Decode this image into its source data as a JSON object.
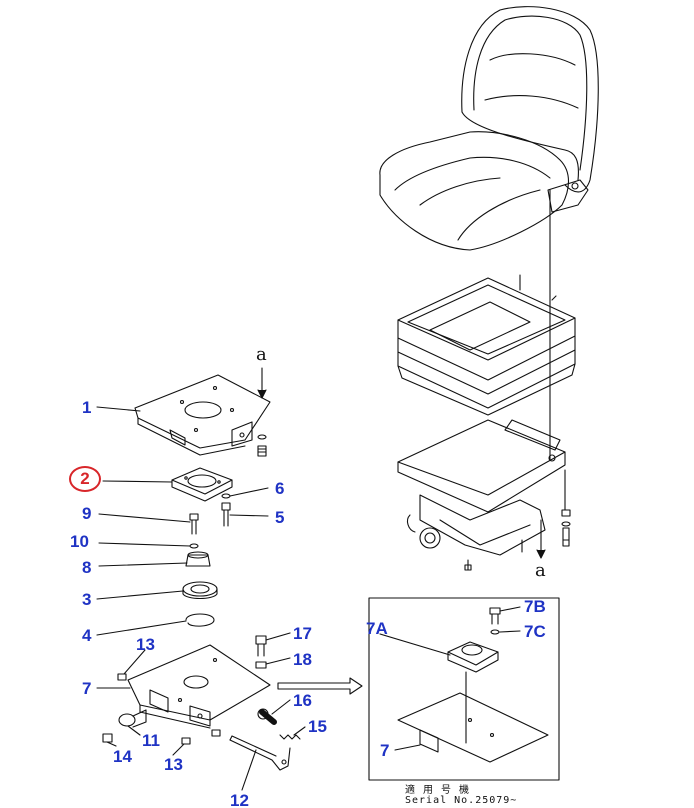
{
  "diagram": {
    "callouts": [
      {
        "id": "1",
        "label": "1"
      },
      {
        "id": "2",
        "label": "2"
      },
      {
        "id": "3",
        "label": "3"
      },
      {
        "id": "4",
        "label": "4"
      },
      {
        "id": "5",
        "label": "5"
      },
      {
        "id": "6",
        "label": "6"
      },
      {
        "id": "7",
        "label": "7"
      },
      {
        "id": "7inset",
        "label": "7"
      },
      {
        "id": "7A",
        "label": "7A"
      },
      {
        "id": "7B",
        "label": "7B"
      },
      {
        "id": "7C",
        "label": "7C"
      },
      {
        "id": "8",
        "label": "8"
      },
      {
        "id": "9",
        "label": "9"
      },
      {
        "id": "10",
        "label": "10"
      },
      {
        "id": "11",
        "label": "11"
      },
      {
        "id": "12",
        "label": "12"
      },
      {
        "id": "13a",
        "label": "13"
      },
      {
        "id": "13b",
        "label": "13"
      },
      {
        "id": "14",
        "label": "14"
      },
      {
        "id": "15",
        "label": "15"
      },
      {
        "id": "16",
        "label": "16"
      },
      {
        "id": "17",
        "label": "17"
      },
      {
        "id": "18",
        "label": "18"
      }
    ],
    "highlighted_part": "2",
    "reference_marks": {
      "a_top": "a",
      "a_bottom": "a"
    },
    "inset": {
      "applicable_label": "適 用 号 機",
      "serial_label": "Serial No.25079~"
    },
    "colors": {
      "callout": "#1f33c4",
      "highlight": "#d8262a",
      "line": "#111111"
    }
  }
}
